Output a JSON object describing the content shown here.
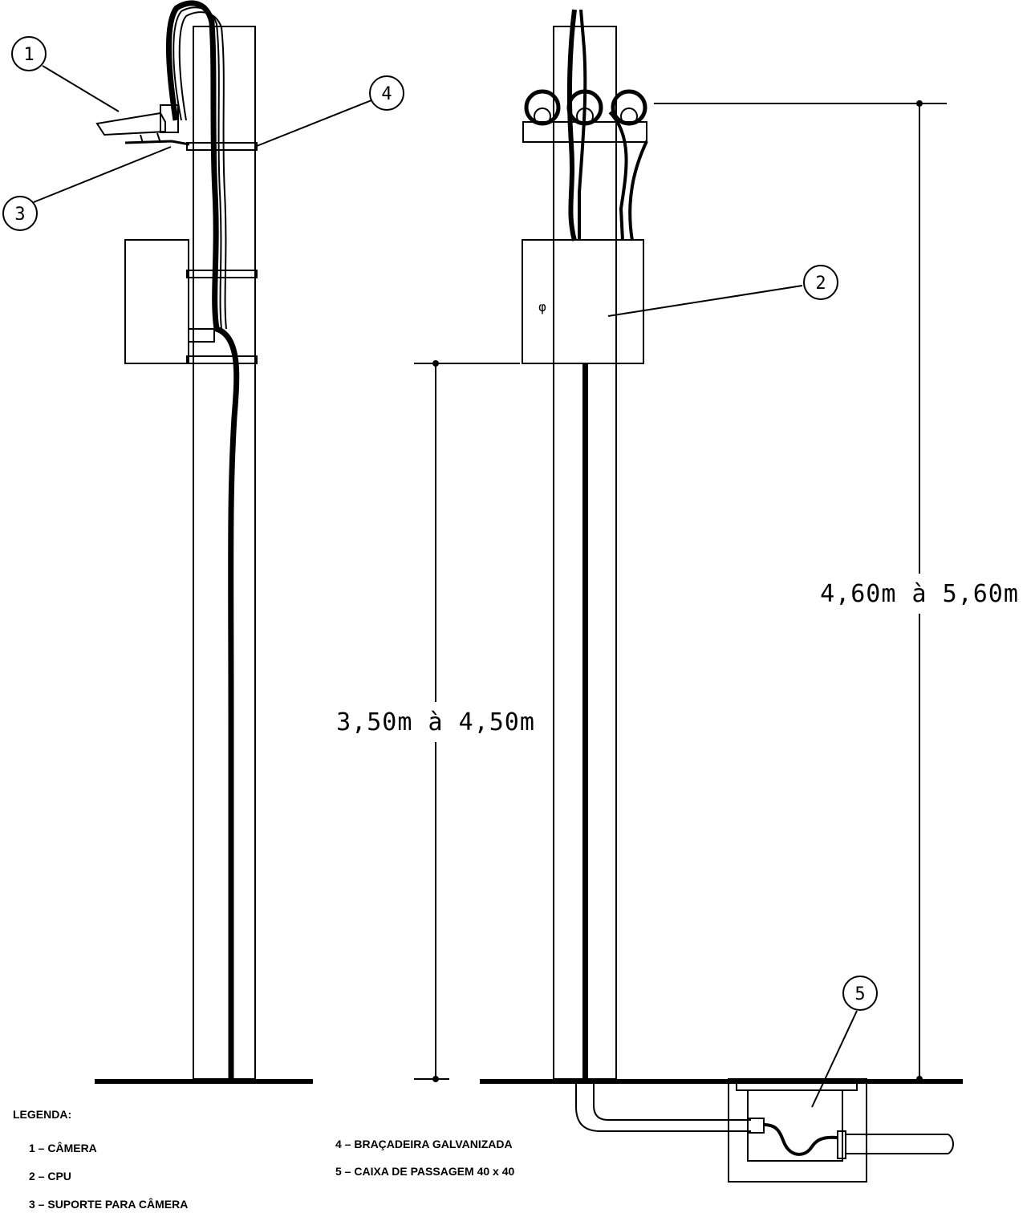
{
  "dimensions": {
    "cpu_height": "3,50m à 4,50m",
    "camera_height": "4,60m à 5,60m"
  },
  "callouts": [
    "1",
    "2",
    "3",
    "4",
    "5"
  ],
  "legend": {
    "title": "LEGENDA:",
    "items": [
      "1 – CÂMERA",
      "2 – CPU",
      "3 – SUPORTE PARA CÂMERA",
      "4 – BRAÇADEIRA GALVANIZADA",
      "5 – CAIXA DE PASSAGEM 40 x 40"
    ]
  },
  "cpu_box_symbol": "φ"
}
